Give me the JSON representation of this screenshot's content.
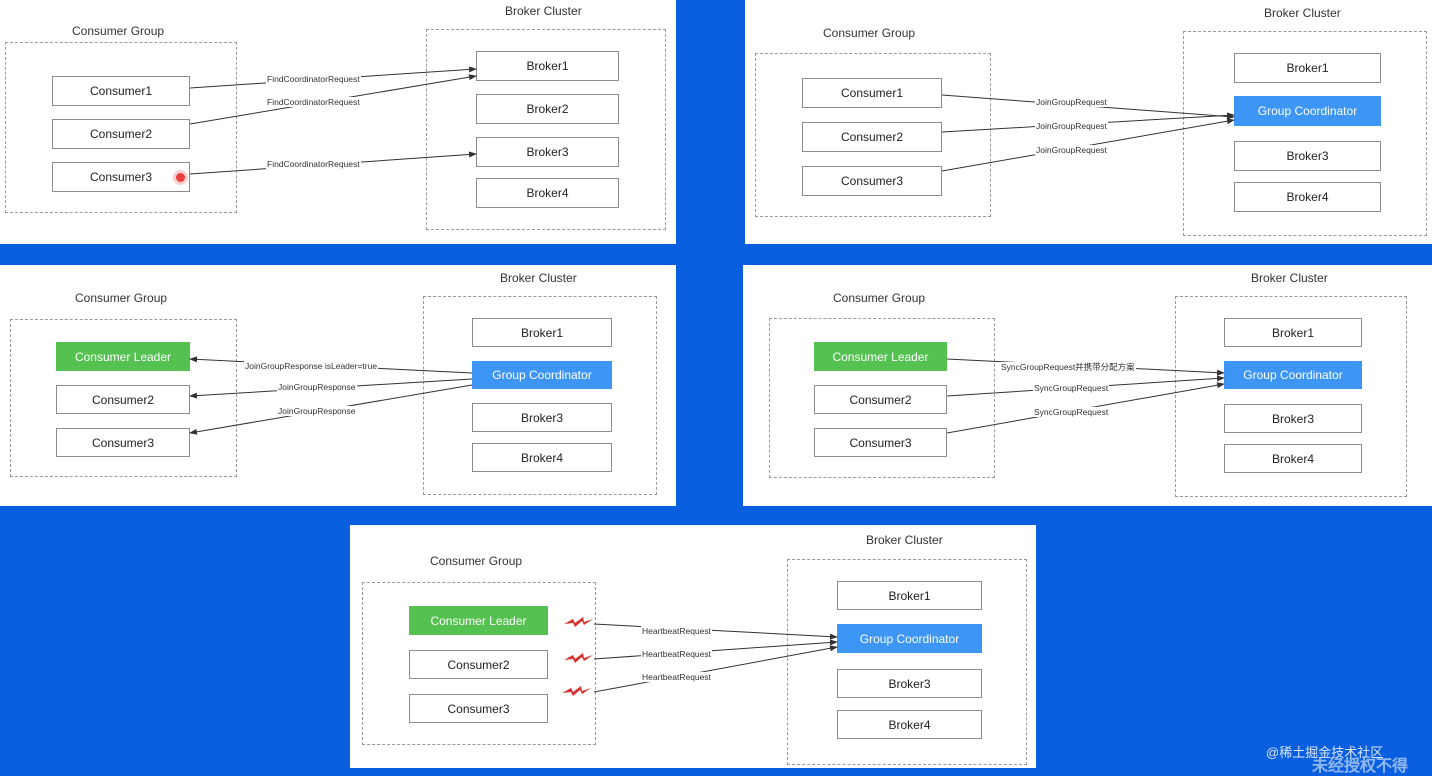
{
  "colors": {
    "background": "#0a5fe0",
    "coordinator": "#3d95f5",
    "leader": "#55c151",
    "arrow": "#333333"
  },
  "panels": [
    {
      "consumer_group_title": "Consumer Group",
      "broker_cluster_title": "Broker Cluster",
      "consumers": [
        "Consumer1",
        "Consumer2",
        "Consumer3"
      ],
      "brokers": [
        "Broker1",
        "Broker2",
        "Broker3",
        "Broker4"
      ],
      "edges": [
        {
          "label": "FindCoordinatorRequest"
        },
        {
          "label": "FindCoordinatorRequest"
        },
        {
          "label": "FindCoordinatorRequest"
        }
      ]
    },
    {
      "consumer_group_title": "Consumer Group",
      "broker_cluster_title": "Broker Cluster",
      "consumers": [
        "Consumer1",
        "Consumer2",
        "Consumer3"
      ],
      "brokers": [
        "Broker1",
        "Group Coordinator",
        "Broker3",
        "Broker4"
      ],
      "edges": [
        {
          "label": "JoinGroupRequest"
        },
        {
          "label": "JoinGroupRequest"
        },
        {
          "label": "JoinGroupRequest"
        }
      ]
    },
    {
      "consumer_group_title": "Consumer Group",
      "broker_cluster_title": "Broker Cluster",
      "consumers": [
        "Consumer Leader",
        "Consumer2",
        "Consumer3"
      ],
      "brokers": [
        "Broker1",
        "Group Coordinator",
        "Broker3",
        "Broker4"
      ],
      "edges": [
        {
          "label": "JoinGroupResponse isLeader=true"
        },
        {
          "label": "JoinGroupResponse"
        },
        {
          "label": "JoinGroupResponse"
        }
      ]
    },
    {
      "consumer_group_title": "Consumer Group",
      "broker_cluster_title": "Broker Cluster",
      "consumers": [
        "Consumer Leader",
        "Consumer2",
        "Consumer3"
      ],
      "brokers": [
        "Broker1",
        "Group Coordinator",
        "Broker3",
        "Broker4"
      ],
      "edges": [
        {
          "label": "SyncGroupRequest并携带分配方案"
        },
        {
          "label": "SyncGroupRequest"
        },
        {
          "label": "SyncGroupRequest"
        }
      ]
    },
    {
      "consumer_group_title": "Consumer Group",
      "broker_cluster_title": "Broker Cluster",
      "consumers": [
        "Consumer Leader",
        "Consumer2",
        "Consumer3"
      ],
      "brokers": [
        "Broker1",
        "Group Coordinator",
        "Broker3",
        "Broker4"
      ],
      "edges": [
        {
          "label": "HeartbeatRequest"
        },
        {
          "label": "HeartbeatRequest"
        },
        {
          "label": "HeartbeatRequest"
        }
      ]
    }
  ],
  "footer": {
    "watermark": "@稀土掘金技术社区",
    "partial_overlay": "未经授权不得"
  }
}
